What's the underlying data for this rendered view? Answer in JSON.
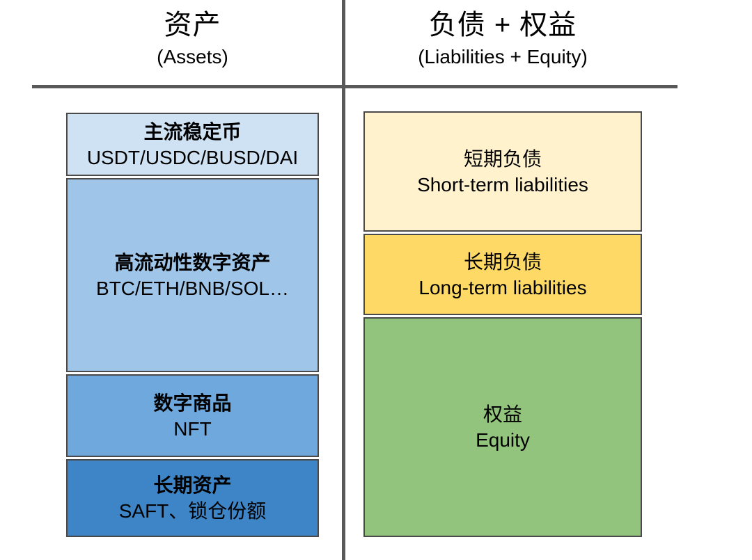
{
  "colors": {
    "divider_line": "#595959",
    "block_border": "#4a4a4a",
    "text": "#000000",
    "asset_stablecoin_bg": "#cfe2f3",
    "asset_liquid_bg": "#9fc5e8",
    "asset_nft_bg": "#6fa8dc",
    "asset_longterm_bg": "#3d85c6",
    "liability_short_bg": "#fff2cc",
    "liability_long_bg": "#ffd966",
    "equity_bg": "#93c47d"
  },
  "left_column": {
    "title": "资产",
    "subtitle": "(Assets)",
    "blocks": [
      {
        "title": "主流稳定币",
        "subtitle": "USDT/USDC/BUSD/DAI",
        "color": "#cfe2f3"
      },
      {
        "title": "高流动性数字资产",
        "subtitle": "BTC/ETH/BNB/SOL…",
        "color": "#9fc5e8"
      },
      {
        "title": "数字商品",
        "subtitle": "NFT",
        "color": "#6fa8dc"
      },
      {
        "title": "长期资产",
        "subtitle": "SAFT、锁仓份额",
        "color": "#3d85c6"
      }
    ]
  },
  "right_column": {
    "title": "负债 + 权益",
    "subtitle": "(Liabilities + Equity)",
    "blocks": [
      {
        "title": "短期负债",
        "subtitle": "Short-term liabilities",
        "color": "#fff2cc"
      },
      {
        "title": "长期负债",
        "subtitle": "Long-term liabilities",
        "color": "#ffd966"
      },
      {
        "title": "权益",
        "subtitle": "Equity",
        "color": "#93c47d"
      }
    ]
  }
}
